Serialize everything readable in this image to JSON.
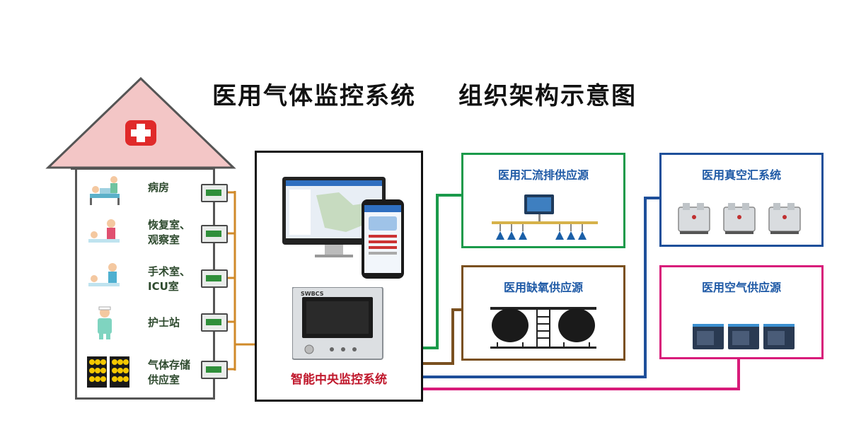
{
  "title_left": "医用气体监控系统",
  "title_right": "组织架构示意图",
  "house": {
    "rooms": [
      {
        "line1": "病房",
        "line2": ""
      },
      {
        "line1": "恢复室、",
        "line2": "观察室"
      },
      {
        "line1": "手术室、",
        "line2": "ICU室"
      },
      {
        "line1": "护士站",
        "line2": ""
      },
      {
        "line1": "气体存储",
        "line2": "供应室"
      }
    ]
  },
  "center_box": {
    "label": "智能中央监控系统",
    "device_brand": "SWBCS"
  },
  "boxes": {
    "manifold": "医用汇流排供应源",
    "vacuum": "医用真空汇系统",
    "oxygen": "医用缺氧供应源",
    "air": "医用空气供应源"
  },
  "colors": {
    "manifold": "#1a9a4a",
    "vacuum": "#1e4f9a",
    "oxygen": "#7a5020",
    "air": "#d81b7a",
    "roof": "#f3c6c6",
    "bracket": "#d08a2a"
  }
}
